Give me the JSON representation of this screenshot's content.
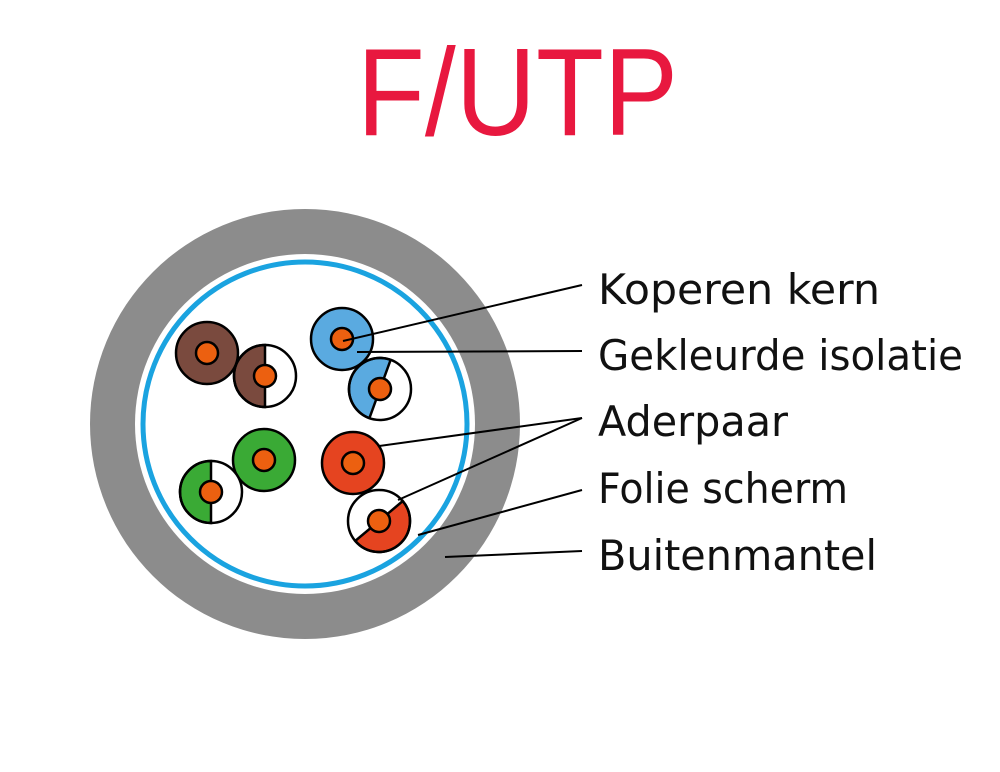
{
  "title": "F/UTP",
  "labels": {
    "copper_core": "Koperen kern",
    "colored_insulation": "Gekleurde isolatie",
    "wire_pair": "Aderpaar",
    "foil_shield": "Folie scherm",
    "outer_jacket": "Buitenmantel"
  },
  "colors": {
    "title": "#e8183f",
    "jacket": "#8c8c8c",
    "foil": "#1aa3e0",
    "core": "#ec6010",
    "brown": "#7a4a3e",
    "blue": "#5aaae0",
    "green": "#3aaa35",
    "red": "#e54420"
  }
}
